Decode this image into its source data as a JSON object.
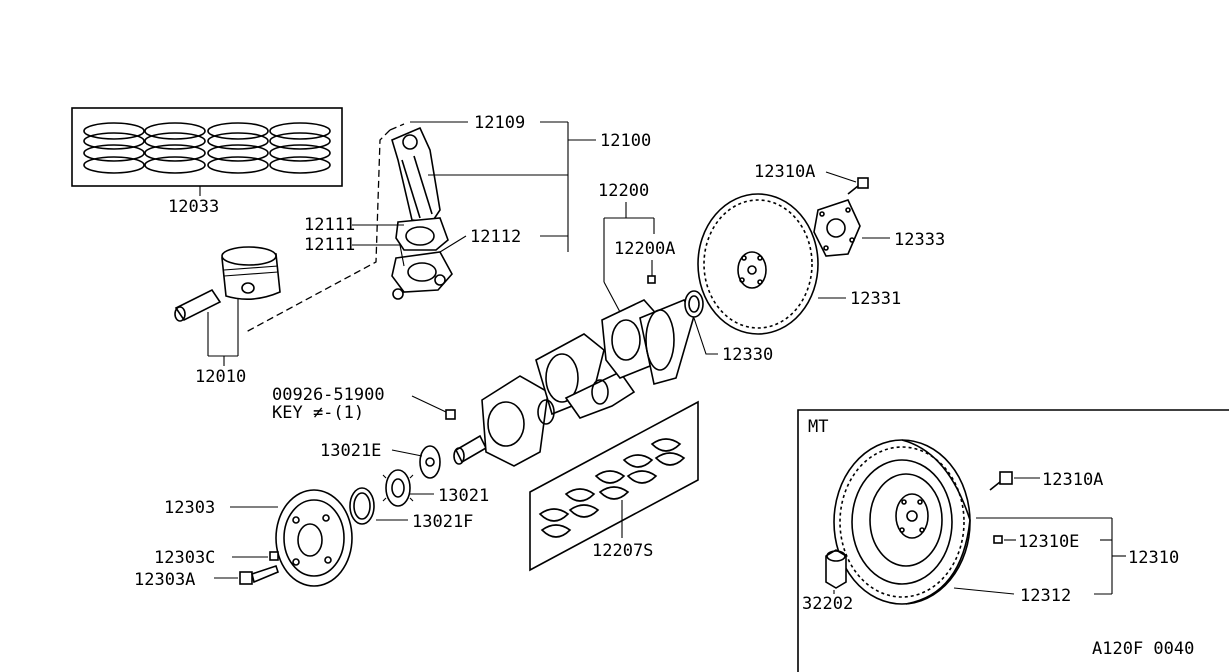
{
  "diagram": {
    "labels": {
      "p12109": "12109",
      "p12100": "12100",
      "p12033": "12033",
      "p12111a": "12111",
      "p12111b": "12111",
      "p12112": "12112",
      "p12200": "12200",
      "p12200A": "12200A",
      "p12310A_top": "12310A",
      "p12333": "12333",
      "p12331": "12331",
      "p12330": "12330",
      "p12010": "12010",
      "p00926": "00926-51900",
      "key": "KEY ≠-(1)",
      "p13021E": "13021E",
      "p13021": "13021",
      "p13021F": "13021F",
      "p12303": "12303",
      "p12303C": "12303C",
      "p12303A": "12303A",
      "p12207S": "12207S",
      "mt": "MT",
      "p12310A_mt": "12310A",
      "p12310E": "12310E",
      "p12310": "12310",
      "p12312": "12312",
      "p32202": "32202",
      "figure_code": "A120F 0040"
    }
  }
}
